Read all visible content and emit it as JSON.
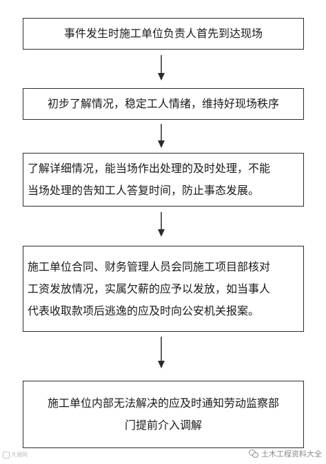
{
  "steps": [
    {
      "text": "事件发生时施工单位负责人首先到达现场"
    },
    {
      "text": "初步了解情况，稳定工人情绪，维持好现场秩序"
    },
    {
      "text": "了解详细情况，能当场作出处理的及时处理，不能\n当场处理的告知工人答复时间，防止事态发展。"
    },
    {
      "text": "施工单位合同、财务管理人员会同施工项目部核对\n工资发放情况，实属欠薪的应予以发放，如当事人\n代表收取款项后逃逸的应及时向公安机关报案。"
    },
    {
      "text": "施工单位内部无法解决的应及时通知劳动监察部\n门提前介入调解"
    }
  ],
  "watermarks": {
    "left": "大湘网",
    "right": "土木工程资料大全"
  },
  "colors": {
    "border": "#2b2b2b",
    "text": "#1a1a1a",
    "watermark": "#8a8a8a"
  },
  "icons": {
    "right_watermark": "wechat-icon",
    "left_watermark": "small-logo-icon"
  }
}
